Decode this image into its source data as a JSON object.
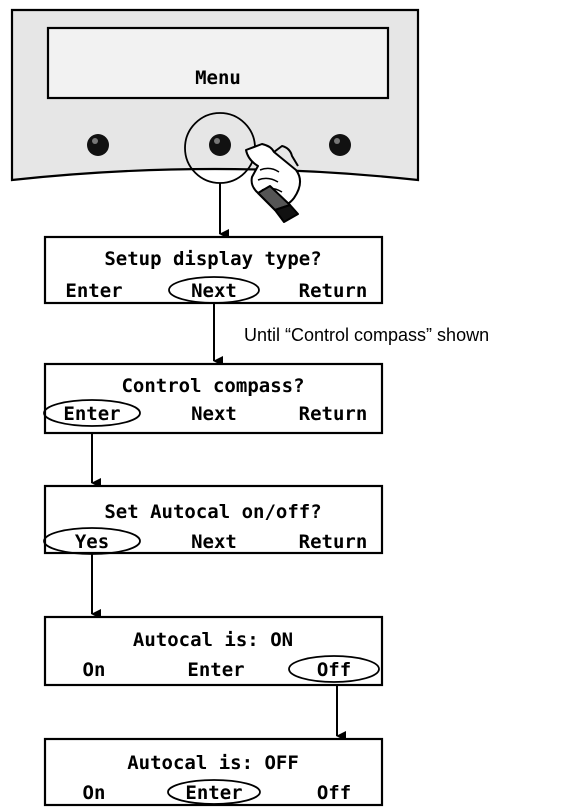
{
  "device": {
    "display_text": "Menu",
    "buttons": [
      "left-button",
      "center-button",
      "right-button"
    ],
    "pointer": "hand-pointer-icon"
  },
  "screens": [
    {
      "title": "Setup display type?",
      "options": [
        "Enter",
        "Next",
        "Return"
      ],
      "selected": 1
    },
    {
      "title": "Control compass?",
      "options": [
        "Enter",
        "Next",
        "Return"
      ],
      "selected": 0
    },
    {
      "title": "Set Autocal on/off?",
      "options": [
        "Yes",
        "Next",
        "Return"
      ],
      "selected": 0
    },
    {
      "title": "Autocal is: ON",
      "options": [
        "On",
        "Enter",
        "Off"
      ],
      "selected": 2
    },
    {
      "title": "Autocal is: OFF",
      "options": [
        "On",
        "Enter",
        "Off"
      ],
      "selected": 1
    }
  ],
  "annotations": {
    "repeat_note": "Until “Control compass” shown"
  },
  "colors": {
    "ink": "#000000",
    "panel": "#e6e6e6",
    "screen": "#f2f2f2"
  }
}
